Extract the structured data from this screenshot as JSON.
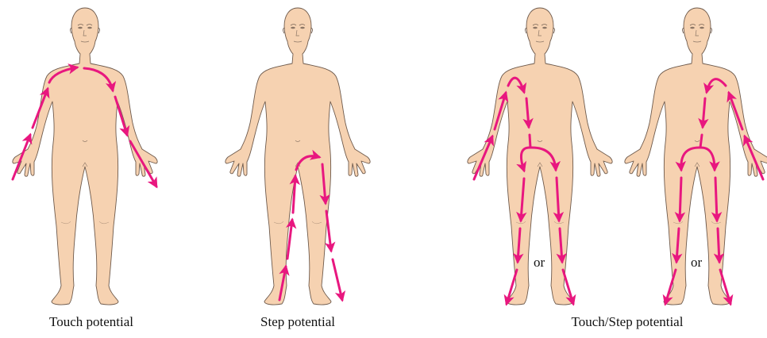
{
  "captions": {
    "touch": "Touch potential",
    "step": "Step potential",
    "touch_step": "Touch/Step potential"
  },
  "or_labels": [
    "or",
    "or"
  ],
  "colors": {
    "skin": "#f6d2b1",
    "outline": "#6e5a4c",
    "current_arrow": "#e8177f"
  }
}
